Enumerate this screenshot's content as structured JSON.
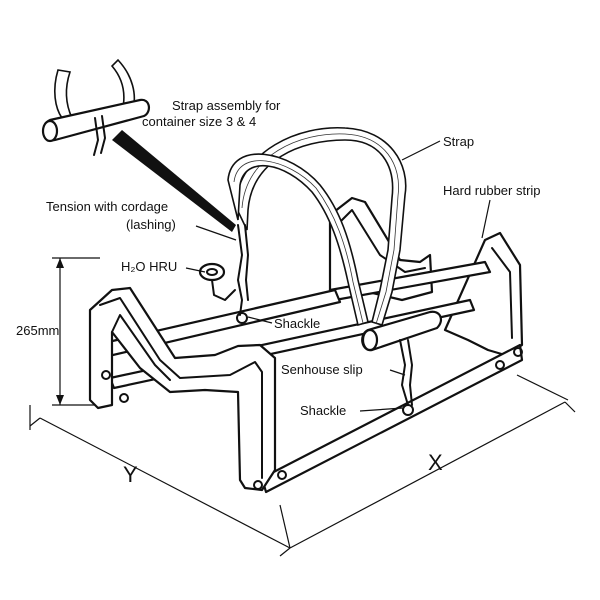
{
  "labels": {
    "strap_assembly_line1": "Strap assembly for",
    "strap_assembly_line2": "container size 3 & 4",
    "strap": "Strap",
    "hard_rubber_strip": "Hard rubber strip",
    "tension_line1": "Tension with cordage",
    "tension_line2": "(lashing)",
    "hru": "H₂O HRU",
    "height": "265mm",
    "shackle_upper": "Shackle",
    "senhouse_slip": "Senhouse slip",
    "shackle_lower": "Shackle",
    "dim_y": "Y",
    "dim_x": "X"
  }
}
